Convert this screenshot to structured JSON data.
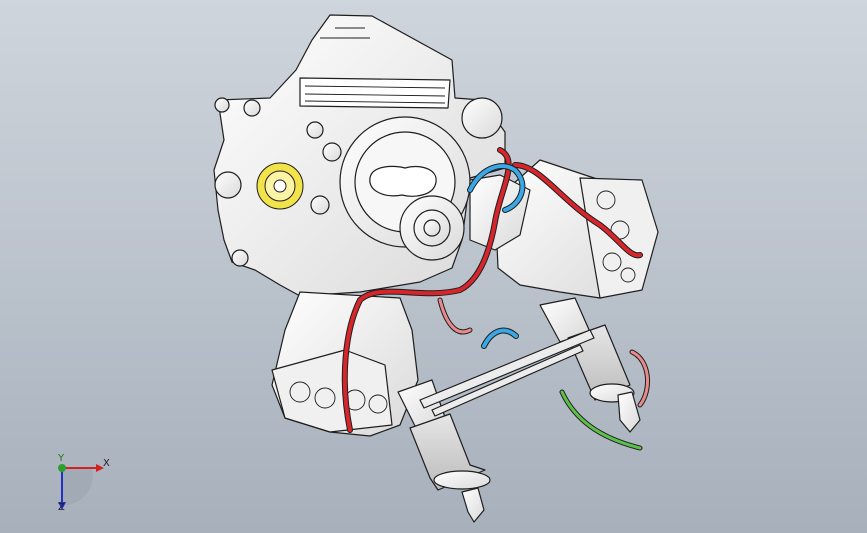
{
  "viewport": {
    "background_top": "#cfd5dc",
    "background_bottom": "#a7b0bb"
  },
  "model": {
    "body_color": "#f4f4f4",
    "edge_color": "#1e1e1e",
    "gear_color": "#f2e34a",
    "hose_red": "#d6262b",
    "hose_blue": "#3aa7e6",
    "hose_green": "#5cc14a",
    "hose_pink": "#e98a8a"
  },
  "triad": {
    "x_label": "X",
    "y_label": "Y",
    "z_label": "Z",
    "x_color": "#d42020",
    "y_color": "#2ca02c",
    "z_color": "#2030c0"
  }
}
